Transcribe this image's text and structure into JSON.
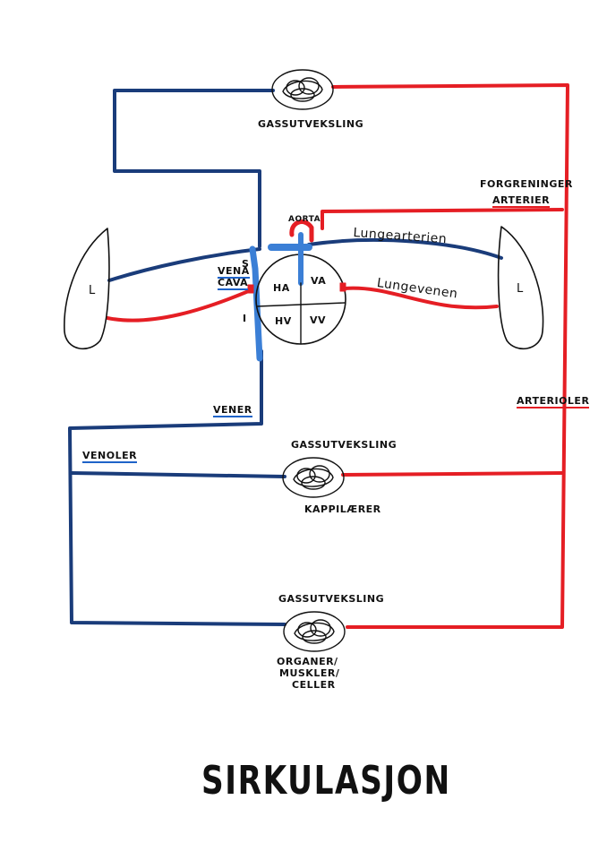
{
  "colors": {
    "venous": "#1a3c7a",
    "arterial": "#e51e24",
    "vena_cava": "#3b7fd6",
    "ink": "#111111"
  },
  "labels": {
    "gas_top": "GASSUTVEKSLING",
    "branching": "FORGRENINGER",
    "arteries": "ARTERIER",
    "aorta": "AORTA",
    "lung_artery": "Lungearterien",
    "lung_vein": "Lungevenen",
    "vena": "VENA",
    "cava": "CAVA",
    "superior": "S",
    "inferior": "I",
    "lung_left": "L",
    "lung_right": "L",
    "ha": "HA",
    "va": "VA",
    "hv": "HV",
    "vv": "VV",
    "veins": "VENER",
    "arterioles": "ARTERIOLER",
    "venules": "VENOLER",
    "gas_mid": "GASSUTVEKSLING",
    "capillaries": "KAPPILÆRER",
    "gas_bottom": "GASSUTVEKSLING",
    "organs_1": "ORGANER/",
    "organs_2": "MUSKLER/",
    "organs_3": "CELLER",
    "title": "SIRKULASJON"
  }
}
